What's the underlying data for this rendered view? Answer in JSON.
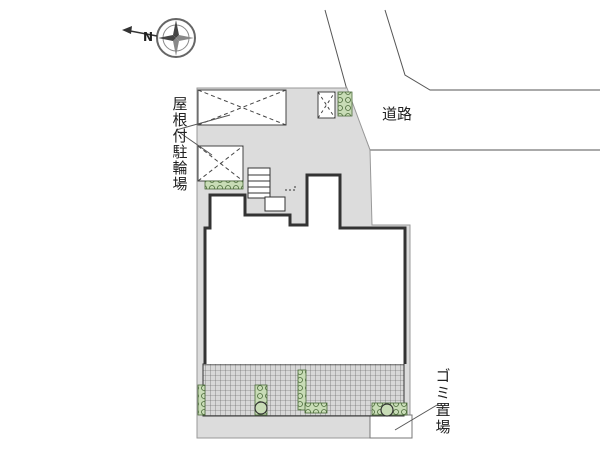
{
  "compass": {
    "north_letter": "N"
  },
  "labels": {
    "road": "道路",
    "bike_parking": "屋根付駐輪場",
    "garbage": "ゴミ置場"
  },
  "colors": {
    "site": "#dcdcdc",
    "building_wall": "#333333",
    "terrace": "#d0d0d0",
    "planting": "#b8d0a8",
    "line": "#555555"
  }
}
